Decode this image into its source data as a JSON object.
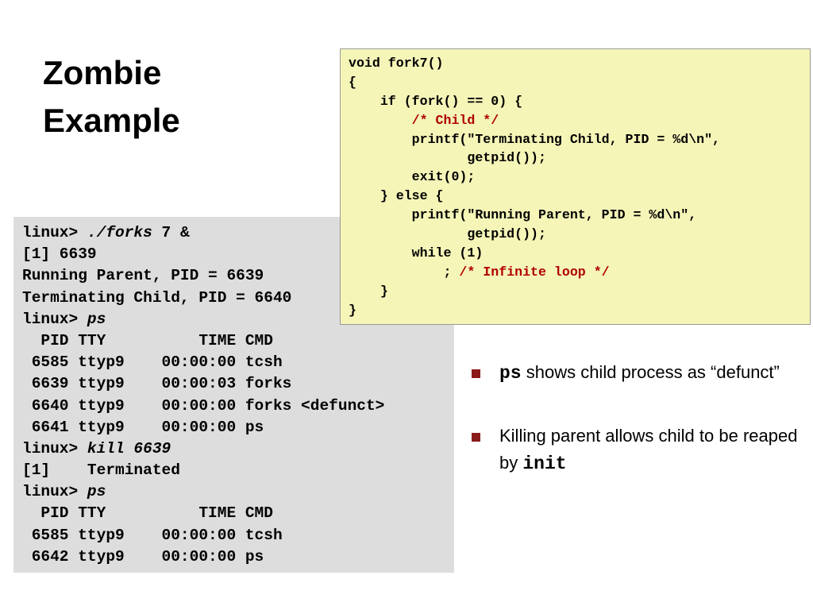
{
  "title": {
    "line1": "Zombie",
    "line2": "Example"
  },
  "terminal": {
    "lines": [
      {
        "prompt": "linux> ",
        "cmd": "./forks",
        "rest": " 7 &"
      },
      {
        "text": "[1] 6639"
      },
      {
        "text": "Running Parent, PID = 6639"
      },
      {
        "text": "Terminating Child, PID = 6640"
      },
      {
        "prompt": "linux> ",
        "cmd": "ps",
        "rest": ""
      },
      {
        "text": "  PID TTY          TIME CMD"
      },
      {
        "text": " 6585 ttyp9    00:00:00 tcsh"
      },
      {
        "text": " 6639 ttyp9    00:00:03 forks"
      },
      {
        "text": " 6640 ttyp9    00:00:00 forks <defunct>"
      },
      {
        "text": " 6641 ttyp9    00:00:00 ps"
      },
      {
        "prompt": "linux> ",
        "cmd": "kill 6639",
        "rest": ""
      },
      {
        "text": "[1]    Terminated"
      },
      {
        "prompt": "linux> ",
        "cmd": "ps",
        "rest": ""
      },
      {
        "text": "  PID TTY          TIME CMD"
      },
      {
        "text": " 6585 ttyp9    00:00:00 tcsh"
      },
      {
        "text": " 6642 ttyp9    00:00:00 ps"
      }
    ]
  },
  "code": {
    "lines": [
      {
        "code": "void fork7()",
        "comment": ""
      },
      {
        "code": "{",
        "comment": ""
      },
      {
        "code": "    if (fork() == 0) {",
        "comment": ""
      },
      {
        "code": "        ",
        "comment": "/* Child */"
      },
      {
        "code": "        printf(\"Terminating Child, PID = %d\\n\",",
        "comment": ""
      },
      {
        "code": "               getpid());",
        "comment": ""
      },
      {
        "code": "        exit(0);",
        "comment": ""
      },
      {
        "code": "    } else {",
        "comment": ""
      },
      {
        "code": "        printf(\"Running Parent, PID = %d\\n\",",
        "comment": ""
      },
      {
        "code": "               getpid());",
        "comment": ""
      },
      {
        "code": "        while (1)",
        "comment": ""
      },
      {
        "code": "            ; ",
        "comment": "/* Infinite loop */"
      },
      {
        "code": "    }",
        "comment": ""
      },
      {
        "code": "}",
        "comment": ""
      }
    ]
  },
  "bullets": {
    "item1": {
      "mono": "ps",
      "text": " shows child process as “defunct”"
    },
    "item2": {
      "text": "Killing parent allows child to be reaped by ",
      "mono": "init"
    }
  },
  "colors": {
    "code_background": "#f5f5b8",
    "terminal_background": "#dddddd",
    "comment": "#b00000",
    "bullet_marker": "#8b1a1a"
  }
}
